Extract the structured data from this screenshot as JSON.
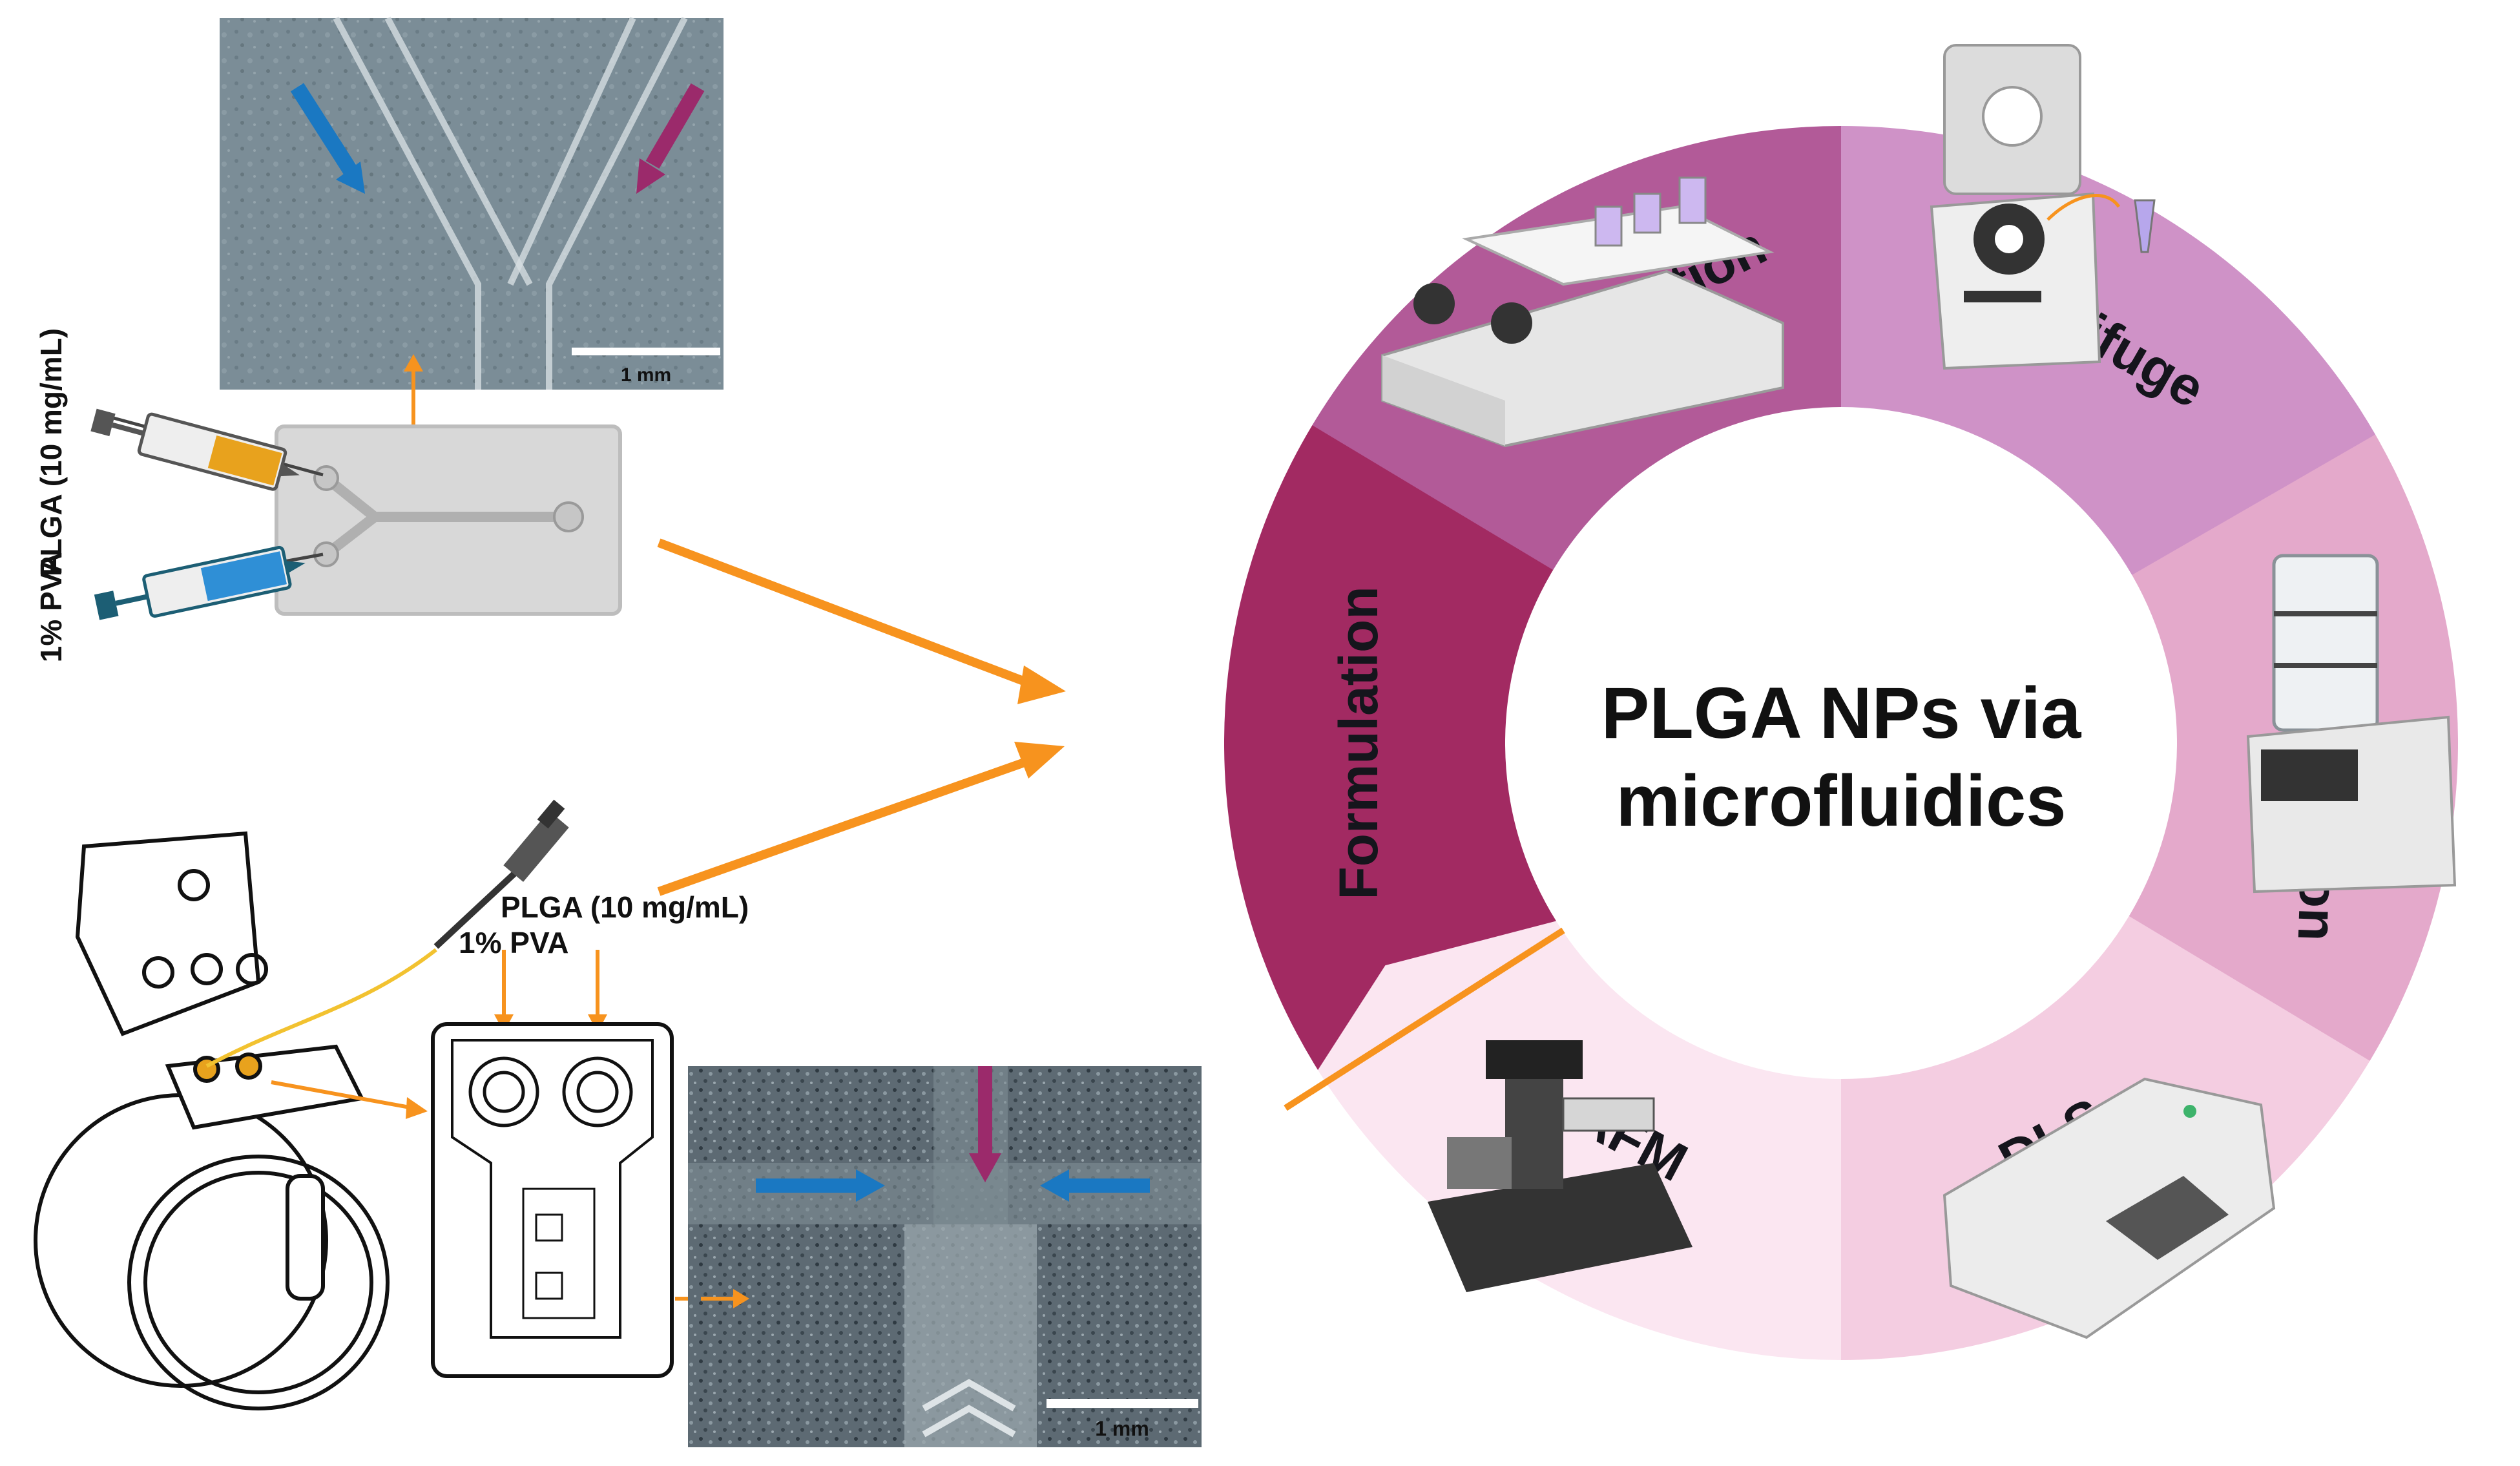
{
  "center_title": [
    "PLGA NPs via",
    "microfluidics"
  ],
  "cycle_steps": [
    {
      "label": "Formulation",
      "color": "#a22a62"
    },
    {
      "label": "Evaporation",
      "color": "#b25a98"
    },
    {
      "label": "Centrifuge",
      "color": "#cf92c7"
    },
    {
      "label": "Lyophilization",
      "color": "#e4a9cb"
    },
    {
      "label": "DLS",
      "color": "#f4cde1"
    },
    {
      "label": "AFM",
      "color": "#fbe6f1"
    }
  ],
  "chip_setup": {
    "syringe_top_label": "PLGA (10 mg/mL)",
    "syringe_bottom_label": "1% PVA",
    "micrograph_scale": "1 mm"
  },
  "fluidic_setup": {
    "pipette_label_1": "PLGA (10 mg/mL)",
    "pipette_label_2": "1% PVA",
    "micrograph_scale": "1 mm"
  },
  "colors": {
    "arrow_orange": "#f7931e",
    "flow_blue": "#1a78c2",
    "flow_magenta": "#9b2a6b",
    "micrograph_gray": "#7c8c94"
  }
}
